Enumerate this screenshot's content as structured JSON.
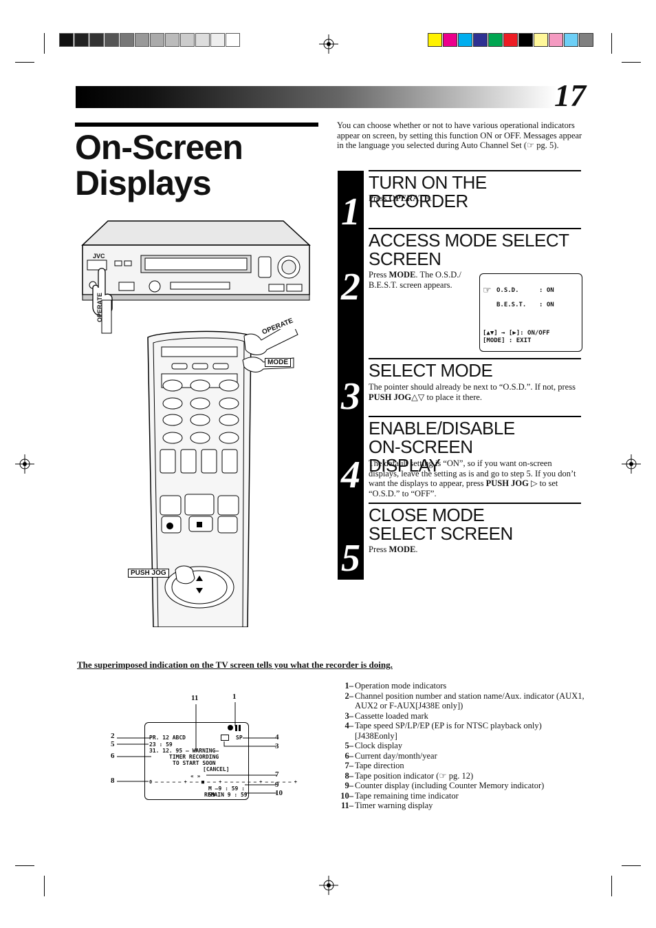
{
  "header": {
    "page_number": "17"
  },
  "title": {
    "line1": "On-Screen",
    "line2": "Displays"
  },
  "intro": "You can choose whether or not to have various operational indicators appear on screen, by setting this function ON or OFF. Messages appear in the language you selected during Auto Channel Set (☞ pg. 5).",
  "steps": [
    {
      "num": "1",
      "heading": "TURN ON THE RECORDER",
      "text_pre": "Press ",
      "bold": "OPERATE",
      "text_post": "."
    },
    {
      "num": "2",
      "heading": "ACCESS MODE SELECT SCREEN",
      "text_pre": "Press ",
      "bold": "MODE",
      "text_post": ". The O.S.D./ B.E.S.T. screen appears."
    },
    {
      "num": "3",
      "heading": "SELECT MODE",
      "text_pre": "The pointer should already be next to “O.S.D.”. If not, press ",
      "bold": "PUSH JOG",
      "text_post": "△▽ to place it there."
    },
    {
      "num": "4",
      "heading": "ENABLE/DISABLE ON-SCREEN DISPLAY",
      "text_pre": "The default setting is “ON”, so if you want on-screen displays, leave the setting as is and go to step 5. If you don’t want the displays to appear, press ",
      "bold": "PUSH JOG",
      "text_post": " ▷ to set “O.S.D.” to “OFF”."
    },
    {
      "num": "5",
      "heading": "CLOSE MODE SELECT SCREEN",
      "text_pre": "Press ",
      "bold": "MODE",
      "text_post": "."
    }
  ],
  "osd_screen": {
    "pointer": "☞",
    "row1_label": "O.S.D.",
    "row1_value": ": ON",
    "row2_label": "B.E.S.T.",
    "row2_value": ": ON",
    "hint1": "[▲▼] → [▶]: ON/OFF",
    "hint2": "[MODE] : EXIT"
  },
  "device_labels": {
    "operate_vcr": "OPERATE",
    "operate_remote": "OPERATE",
    "mode": "MODE",
    "push_jog": "PUSH JOG",
    "brand": "JVC"
  },
  "subheading": "The superimposed indication on the TV screen tells you what the recorder is doing.",
  "tv_screen": {
    "line_pr": "PR.   12 ABCD",
    "line_clock": "23 : 59",
    "line_date": "31.  12. 95 – WARNING–",
    "line_timer": "TIMER  RECORDING",
    "line_soon": "TO  START   SOON",
    "line_cancel": "[CANCEL]",
    "speed": "SP",
    "direction": "« »",
    "tape_bar": "0 – – – – – + – – ■ – – + – – – – – – + – – – – – +",
    "counter": "M –9 : 59 : 59",
    "remain": "REMAIN   9 : 59",
    "callouts": [
      "1",
      "2",
      "3",
      "4",
      "5",
      "6",
      "7",
      "8",
      "9",
      "10",
      "11"
    ]
  },
  "legend": [
    {
      "n": "1–",
      "t": "Operation mode indicators"
    },
    {
      "n": "2–",
      "t": "Channel position number and station name/Aux. indicator (AUX1, AUX2 or F-AUX[J438E only])"
    },
    {
      "n": "3–",
      "t": "Cassette loaded mark"
    },
    {
      "n": "4–",
      "t": "Tape speed SP/LP/EP (EP is for NTSC playback only) [J438Eonly]"
    },
    {
      "n": "5–",
      "t": "Clock display"
    },
    {
      "n": "6–",
      "t": "Current day/month/year"
    },
    {
      "n": "7–",
      "t": "Tape direction"
    },
    {
      "n": "8–",
      "t": "Tape position indicator (☞ pg. 12)"
    },
    {
      "n": "9–",
      "t": "Counter display (including Counter Memory indicator)"
    },
    {
      "n": "10–",
      "t": "Tape remaining time indicator"
    },
    {
      "n": "11–",
      "t": "Timer warning display"
    }
  ],
  "colors": {
    "gray_steps": [
      "#111111",
      "#222222",
      "#333333",
      "#555555",
      "#777777",
      "#999999",
      "#aaaaaa",
      "#bbbbbb",
      "#cccccc",
      "#dddddd",
      "#eeeeee",
      "#ffffff"
    ],
    "color_steps": [
      "#fff200",
      "#ec008c",
      "#00aeef",
      "#2e3192",
      "#00a651",
      "#ed1c24",
      "#000000",
      "#fff799",
      "#f49ac1",
      "#6dcff6",
      "#808080"
    ]
  }
}
